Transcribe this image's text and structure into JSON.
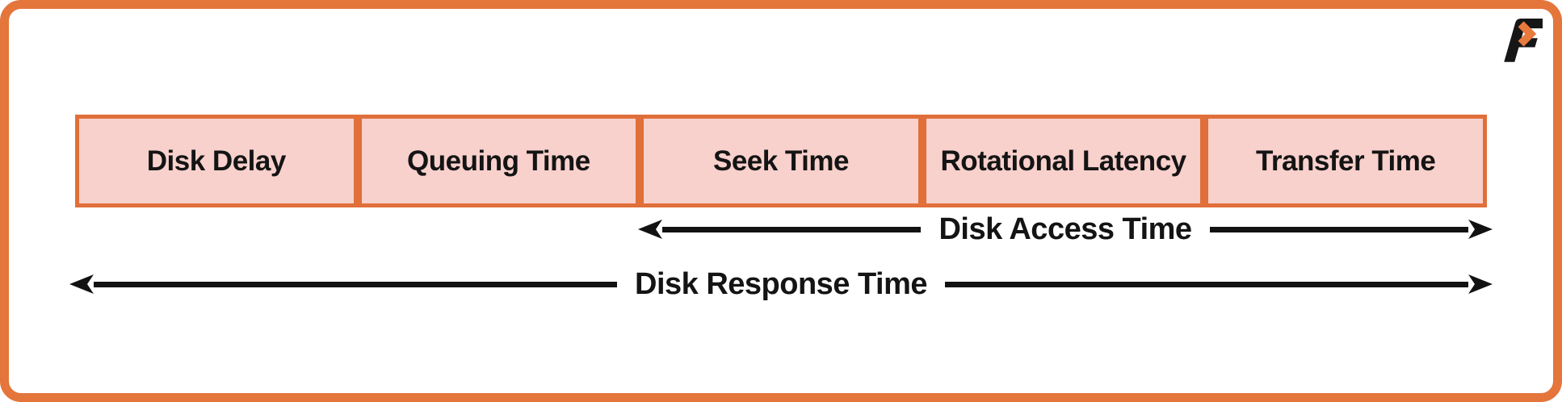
{
  "frame": {
    "border_color": "#E4753B",
    "background": "#FFFFFF"
  },
  "logo": {
    "letter": "F",
    "letter_color": "#161616",
    "chevron_color": "#E87A3E"
  },
  "timeline": {
    "box_fill": "#F8D0CC",
    "box_border": "#E06F3A",
    "text_color": "#141414",
    "segments": [
      "Disk Delay",
      "Queuing Time",
      "Seek Time",
      "Rotational Latency",
      "Transfer Time"
    ]
  },
  "arrows": {
    "line_color": "#121212",
    "access": {
      "label": "Disk Access Time"
    },
    "response": {
      "label": "Disk Response Time"
    }
  }
}
